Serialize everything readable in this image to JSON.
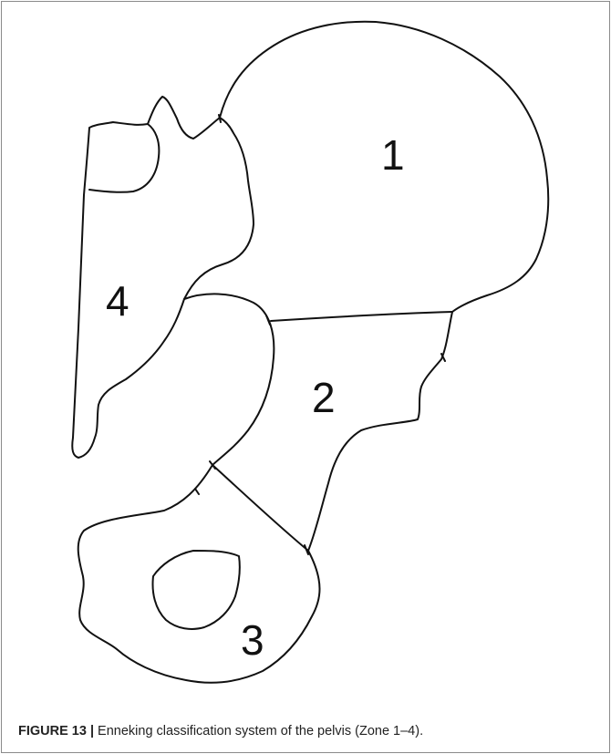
{
  "figure": {
    "zones": [
      {
        "id": 1,
        "label": "1"
      },
      {
        "id": 2,
        "label": "2"
      },
      {
        "id": 3,
        "label": "3"
      },
      {
        "id": 4,
        "label": "4"
      }
    ],
    "caption": {
      "number": "FIGURE 13 |",
      "text": " Enneking classification system of the pelvis (Zone 1–4)."
    }
  },
  "colors": {
    "outline": "#111111",
    "frame_border": "#8a8a8a",
    "background": "#ffffff"
  }
}
